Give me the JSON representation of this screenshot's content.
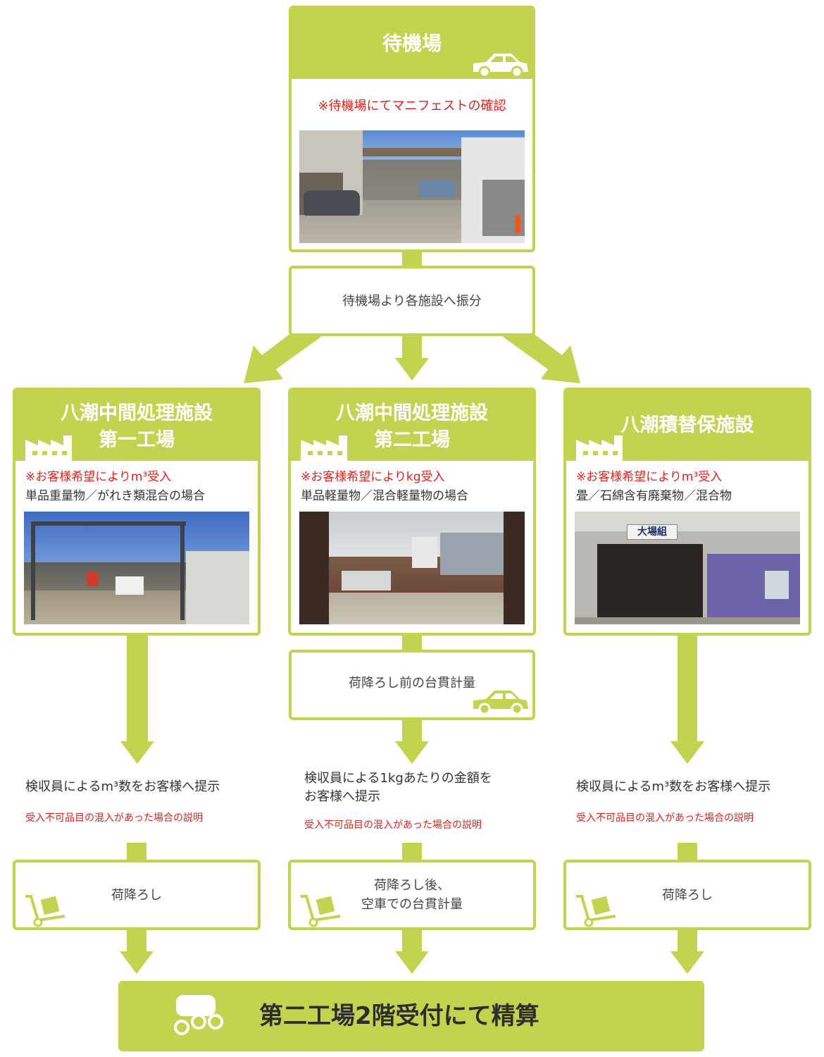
{
  "waiting": {
    "title": "待機場",
    "note": "※待機場にてマニフェストの確認"
  },
  "distribute": {
    "label": "待機場より各施設へ振分"
  },
  "plants": [
    {
      "title_line1": "八潮中間処理施設",
      "title_line2": "第一工場",
      "red_note": "※お客様希望によりm³受入",
      "desc": "単品重量物／がれき類混合の場合",
      "inspect_text": "検収員によるm³数をお客様へ提示",
      "inspect_red": "受入不可品目の混入があった場合の説明",
      "unload": "荷降ろし"
    },
    {
      "title_line1": "八潮中間処理施設",
      "title_line2": "第二工場",
      "red_note": "※お客様希望によりkg受入",
      "desc": "単品軽量物／混合軽量物の場合",
      "weigh": "荷降ろし前の台貫計量",
      "inspect_text": "検収員による1kgあたりの金額を\nお客様へ提示",
      "inspect_red": "受入不可品目の混入があった場合の説明",
      "unload": "荷降ろし後、\n空車での台貫計量"
    },
    {
      "title": "八潮積替保施設",
      "red_note": "※お客様希望によりm³受入",
      "desc": "畳／石綿含有廃棄物／混合物",
      "sign": "大場組",
      "inspect_text": "検収員によるm³数をお客様へ提示",
      "inspect_red": "受入不可品目の混入があった場合の説明",
      "unload": "荷降ろし"
    }
  ],
  "final": {
    "label": "第二工場2階受付にて精算"
  },
  "colors": {
    "accent": "#c3d350",
    "alert": "#e0201c"
  }
}
